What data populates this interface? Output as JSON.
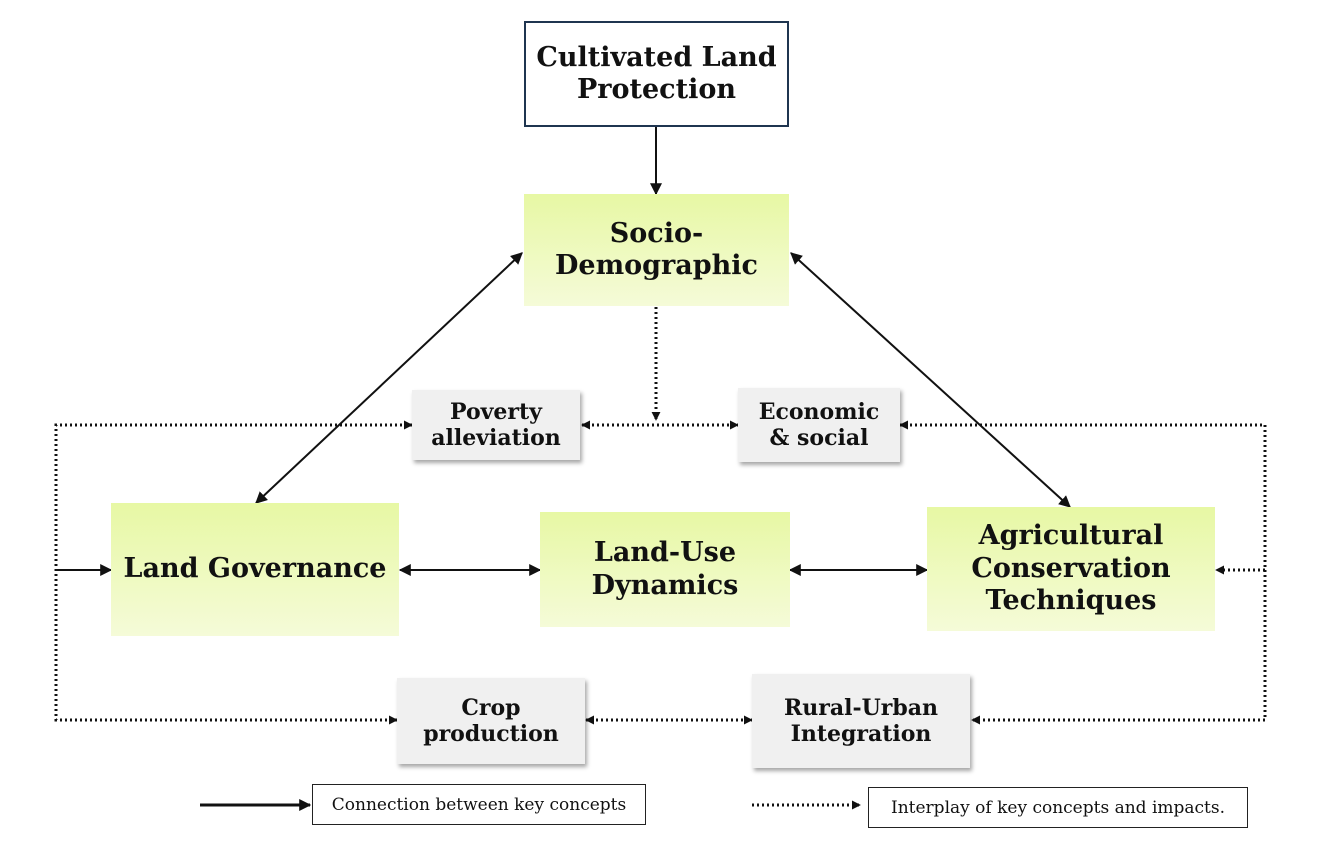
{
  "nodes": {
    "cultivated": {
      "line1": "Cultivated Land",
      "line2": "Protection"
    },
    "socio": {
      "line1": "Socio-",
      "line2": "Demographic"
    },
    "poverty": {
      "line1": "Poverty",
      "line2": "alleviation"
    },
    "economic": {
      "line1": "Economic",
      "line2": "& social"
    },
    "land_gov": {
      "line1": "Land Governance"
    },
    "land_use": {
      "line1": "Land-Use",
      "line2": "Dynamics"
    },
    "agri": {
      "line1": "Agricultural",
      "line2": "Conservation",
      "line3": "Techniques"
    },
    "crop": {
      "line1": "Crop",
      "line2": "production"
    },
    "rural": {
      "line1": "Rural-Urban",
      "line2": "Integration"
    }
  },
  "legend": {
    "solid": "Connection between key concepts",
    "dotted": "Interplay of key concepts and impacts."
  },
  "colors": {
    "green_top": "#e7f8a4",
    "green_bottom": "#f5fbd8",
    "grey": "#f0f0f0",
    "title_border": "#1f3550"
  }
}
